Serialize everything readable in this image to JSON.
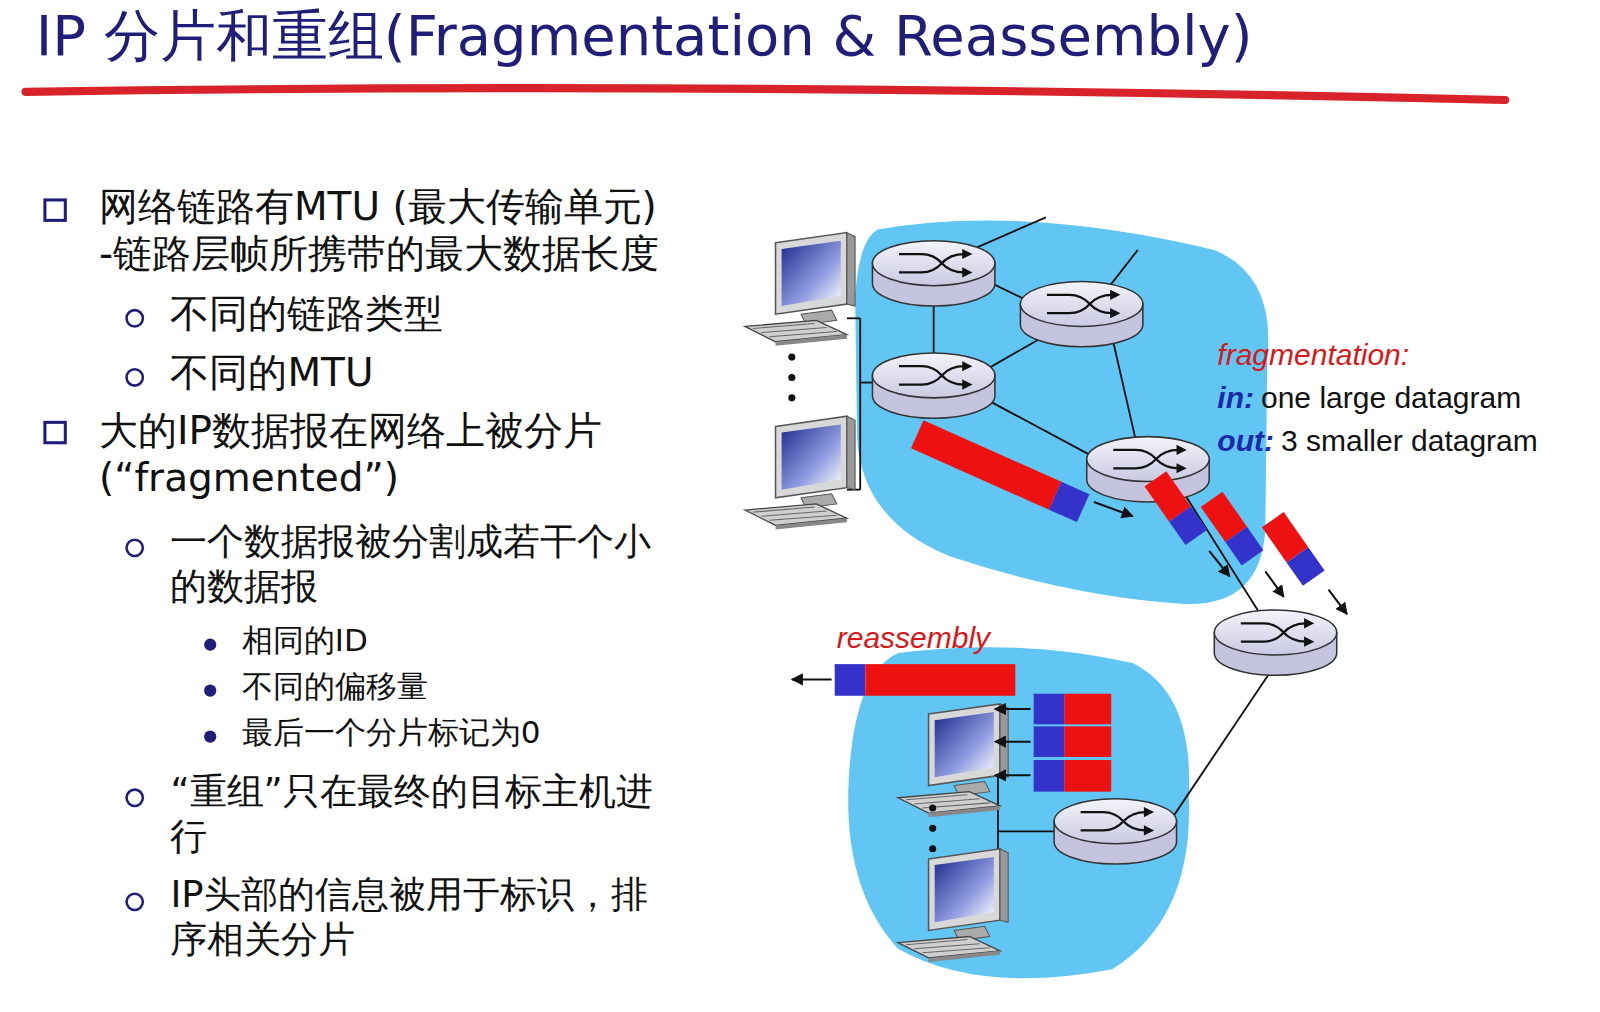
{
  "diagram": {
    "title": "IP 分片和重组(Fragmentation & Reassembly)",
    "labels": [
      "网络链路有MTU (最大传输单元)",
      "-链路层帧所携带的最大数据长度",
      "不同的链路类型",
      "不同的MTU",
      "大的IP数据报在网络上被分片 (“fragmented”)",
      "一个数据报被分割成若干个小的数据报",
      "相同的ID",
      "不同的偏移量",
      "最后一个分片标记为0",
      "“重组”只在最终的目标主机进行",
      "IP头部的信息被用于标识，排序相关分片",
      "fragmentation:",
      "in:",
      "one large datagram",
      "out:",
      "3 smaller datagram",
      "reassembly"
    ]
  }
}
